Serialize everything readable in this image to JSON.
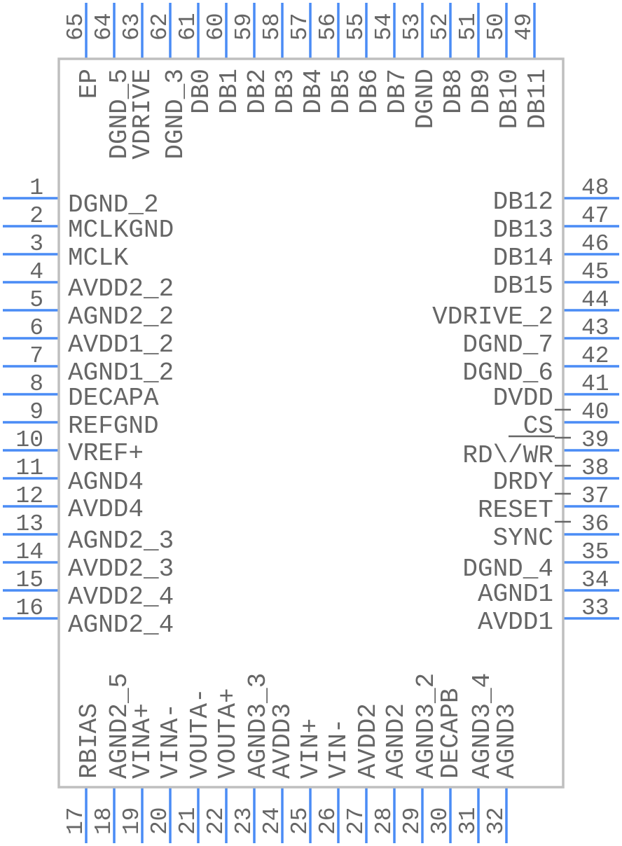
{
  "component": {
    "body_color": "#bfbfbf",
    "pin_color": "#4a8cf5",
    "text_color": "#666666",
    "pins": {
      "left": [
        {
          "num": "1",
          "name": "DGND_2"
        },
        {
          "num": "2",
          "name": "MCLKGND"
        },
        {
          "num": "3",
          "name": "MCLK"
        },
        {
          "num": "4",
          "name": "AVDD2_2"
        },
        {
          "num": "5",
          "name": "AGND2_2"
        },
        {
          "num": "6",
          "name": "AVDD1_2"
        },
        {
          "num": "7",
          "name": "AGND1_2"
        },
        {
          "num": "8",
          "name": "DECAPA"
        },
        {
          "num": "9",
          "name": "REFGND"
        },
        {
          "num": "10",
          "name": "VREF+"
        },
        {
          "num": "11",
          "name": "AGND4"
        },
        {
          "num": "12",
          "name": "AVDD4"
        },
        {
          "num": "13",
          "name": "AGND2_3"
        },
        {
          "num": "14",
          "name": "AVDD2_3"
        },
        {
          "num": "15",
          "name": "AVDD2_4"
        },
        {
          "num": "16",
          "name": "AGND2_4"
        }
      ],
      "bottom": [
        {
          "num": "17",
          "name": "RBIAS"
        },
        {
          "num": "18",
          "name": "AGND2_5"
        },
        {
          "num": "19",
          "name": "VINA+"
        },
        {
          "num": "20",
          "name": "VINA-"
        },
        {
          "num": "21",
          "name": "VOUTA-"
        },
        {
          "num": "22",
          "name": "VOUTA+"
        },
        {
          "num": "23",
          "name": "AGND3_3"
        },
        {
          "num": "24",
          "name": "AVDD3"
        },
        {
          "num": "25",
          "name": "VIN+"
        },
        {
          "num": "26",
          "name": "VIN-"
        },
        {
          "num": "27",
          "name": "AVDD2"
        },
        {
          "num": "28",
          "name": "AGND2"
        },
        {
          "num": "29",
          "name": "AGND3_2"
        },
        {
          "num": "30",
          "name": "DECAPB"
        },
        {
          "num": "31",
          "name": "AGND3_4"
        },
        {
          "num": "32",
          "name": "AGND3"
        }
      ],
      "right": [
        {
          "num": "48",
          "name": "DB12",
          "inverted": false
        },
        {
          "num": "47",
          "name": "DB13",
          "inverted": false
        },
        {
          "num": "46",
          "name": "DB14",
          "inverted": false
        },
        {
          "num": "45",
          "name": "DB15",
          "inverted": false
        },
        {
          "num": "44",
          "name": "VDRIVE_2",
          "inverted": false
        },
        {
          "num": "43",
          "name": "DGND_7",
          "inverted": false
        },
        {
          "num": "42",
          "name": "DGND_6",
          "inverted": false
        },
        {
          "num": "41",
          "name": "DVDD",
          "inverted": false
        },
        {
          "num": "40",
          "name": "CS",
          "inverted": true
        },
        {
          "num": "39",
          "name": "RD\\/WR",
          "inverted": true
        },
        {
          "num": "38",
          "name": "DRDY",
          "inverted": true
        },
        {
          "num": "37",
          "name": "RESET",
          "inverted": true
        },
        {
          "num": "36",
          "name": "SYNC",
          "inverted": true
        },
        {
          "num": "35",
          "name": "DGND_4",
          "inverted": false
        },
        {
          "num": "34",
          "name": "AGND1",
          "inverted": false
        },
        {
          "num": "33",
          "name": "AVDD1",
          "inverted": false
        }
      ],
      "top": [
        {
          "num": "65",
          "name": "EP"
        },
        {
          "num": "64",
          "name": "DGND_5"
        },
        {
          "num": "63",
          "name": "VDRIVE"
        },
        {
          "num": "62",
          "name": "DGND_3"
        },
        {
          "num": "61",
          "name": "DB0"
        },
        {
          "num": "60",
          "name": "DB1"
        },
        {
          "num": "59",
          "name": "DB2"
        },
        {
          "num": "58",
          "name": "DB3"
        },
        {
          "num": "57",
          "name": "DB4"
        },
        {
          "num": "56",
          "name": "DB5"
        },
        {
          "num": "55",
          "name": "DB6"
        },
        {
          "num": "54",
          "name": "DB7"
        },
        {
          "num": "53",
          "name": "DGND"
        },
        {
          "num": "52",
          "name": "DB8"
        },
        {
          "num": "51",
          "name": "DB9"
        },
        {
          "num": "50",
          "name": "DB10"
        },
        {
          "num": "49",
          "name": "DB11"
        }
      ]
    }
  }
}
